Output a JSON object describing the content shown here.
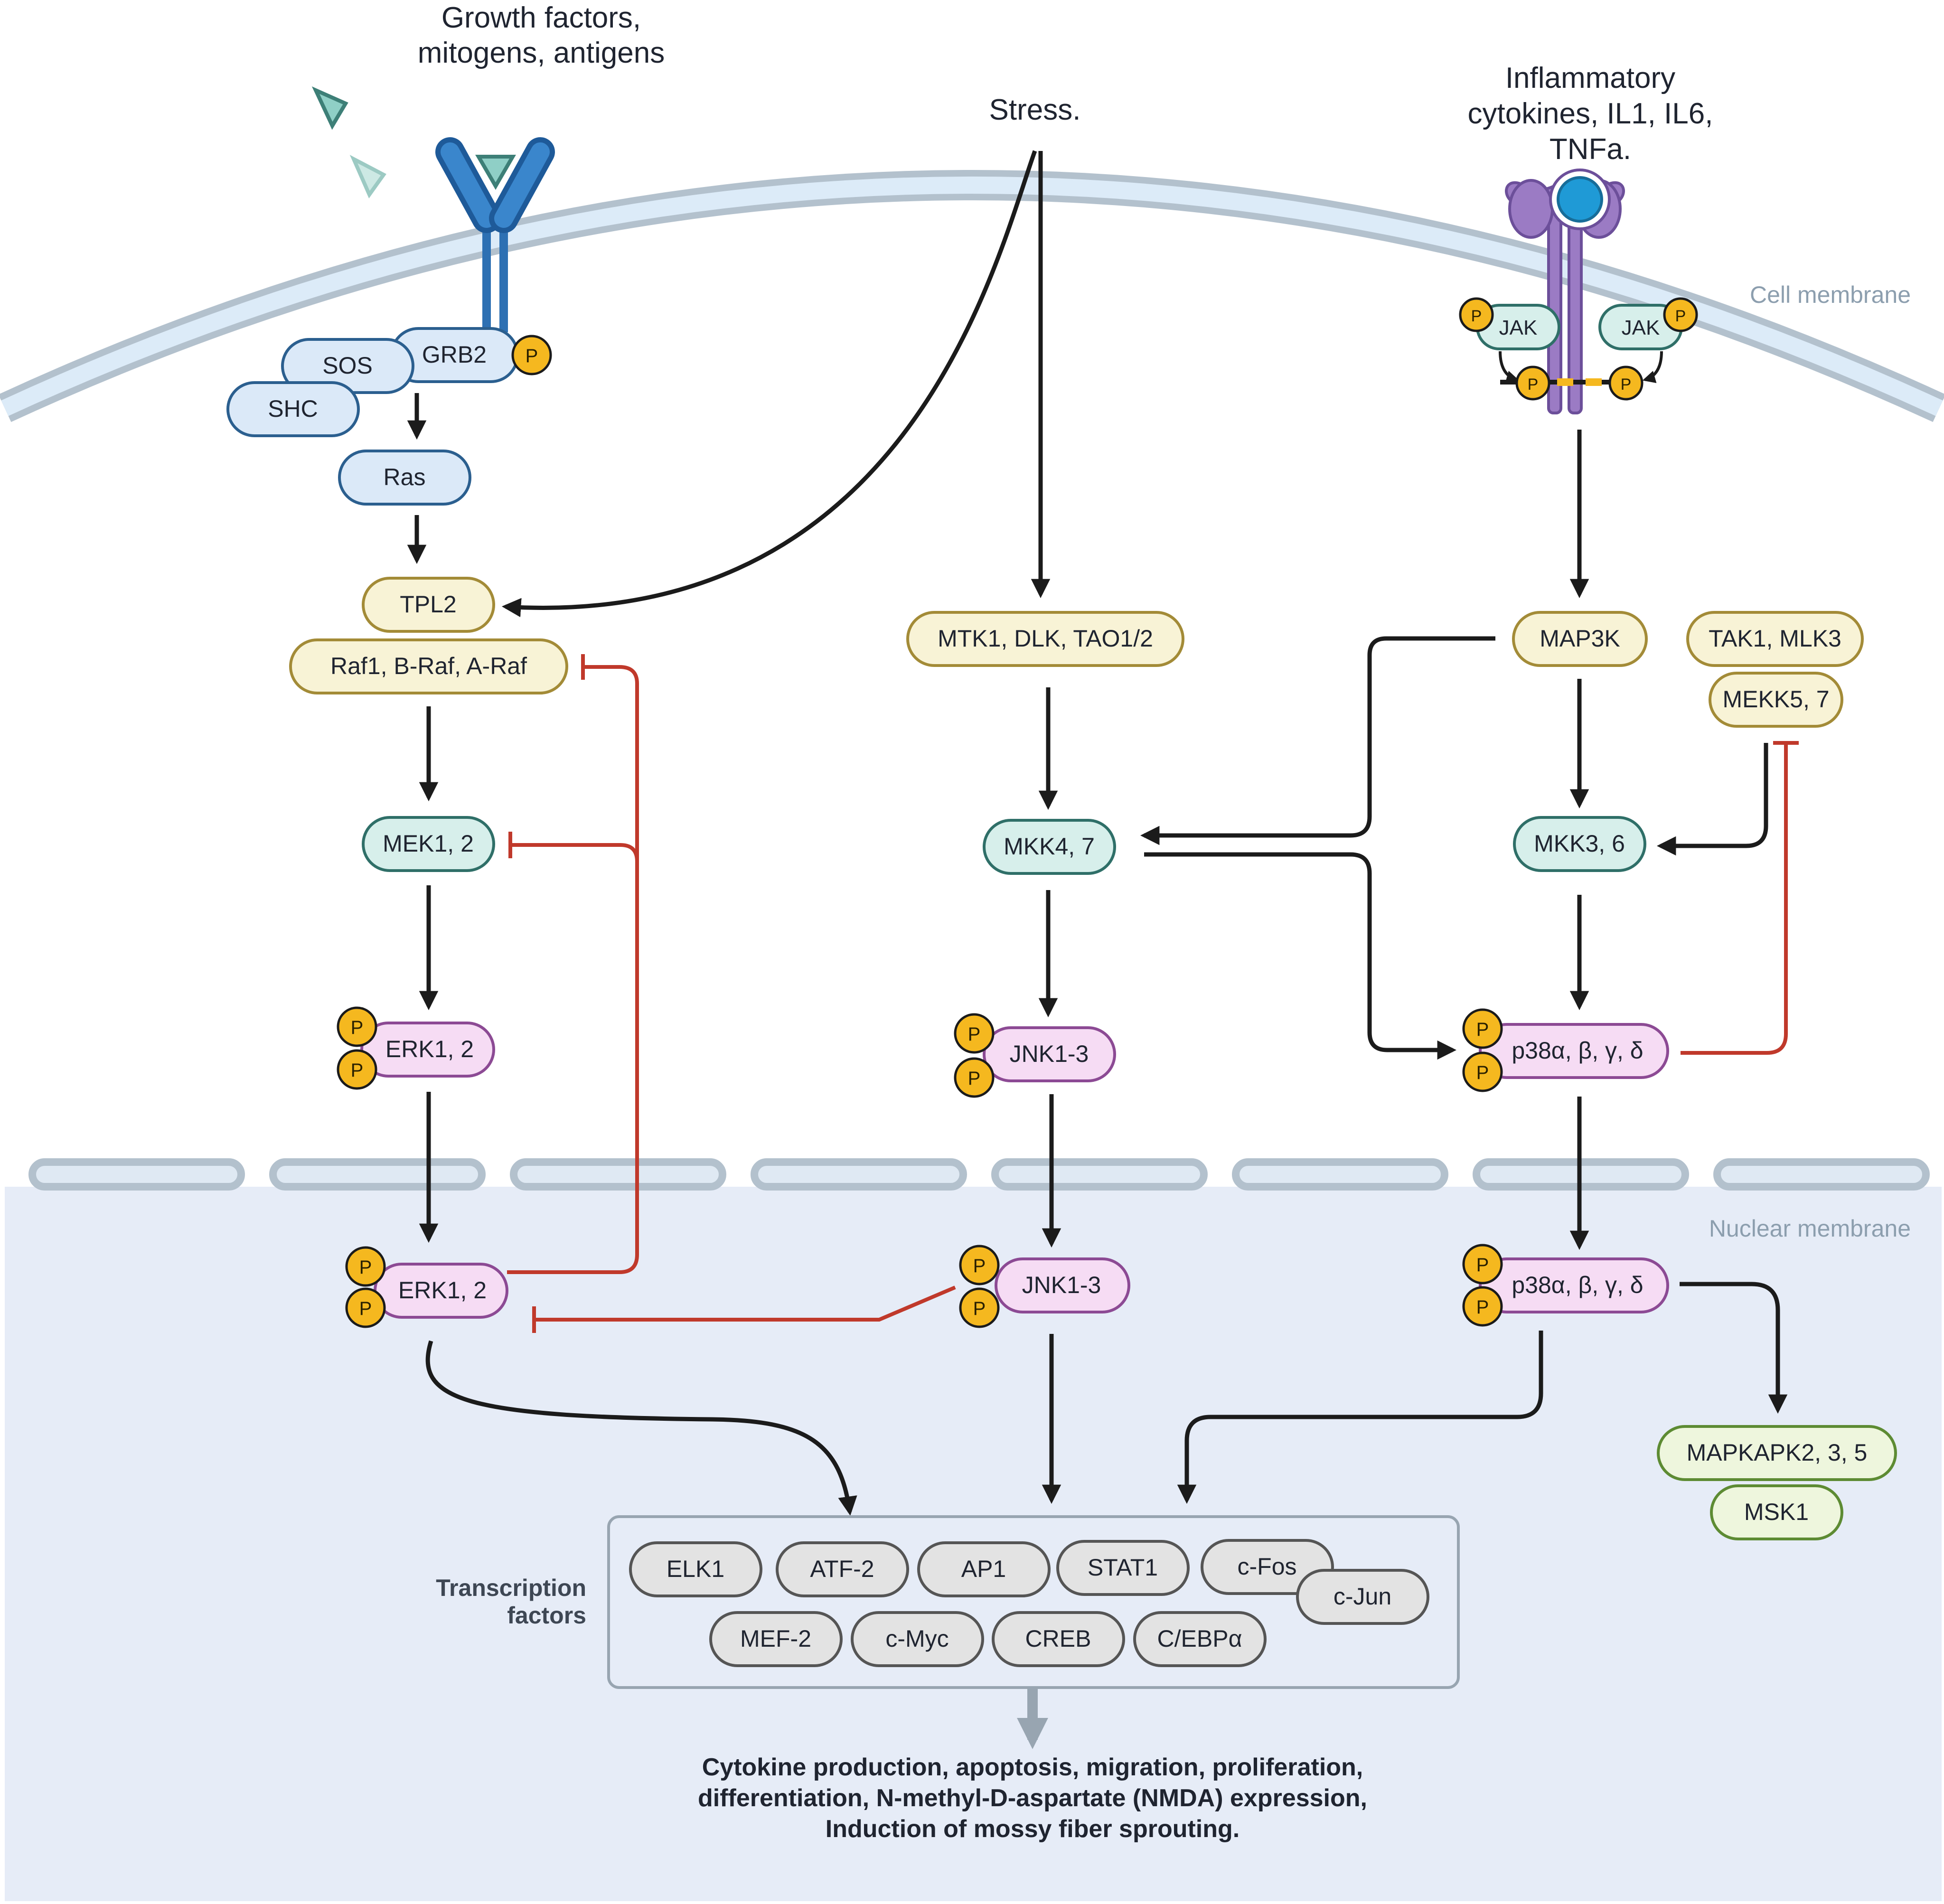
{
  "labels": {
    "growth_line1": "Growth factors,",
    "growth_line2": "mitogens, antigens",
    "stress": "Stress.",
    "inflam_line1": "Inflammatory",
    "inflam_line2": "cytokines, IL1, IL6,",
    "inflam_line3": "TNFa.",
    "cell_membrane": "Cell membrane",
    "nuclear_membrane": "Nuclear membrane",
    "tf_line1": "Transcription",
    "tf_line2": "factors",
    "outcome_line1": "Cytokine production, apoptosis, migration, proliferation,",
    "outcome_line2": "differentiation, N-methyl-D-aspartate (NMDA) expression,",
    "outcome_line3": "Induction of mossy fiber sprouting."
  },
  "nodes": {
    "sos": "SOS",
    "grb2": "GRB2",
    "shc": "SHC",
    "ras": "Ras",
    "tpl2": "TPL2",
    "raf": "Raf1, B-Raf, A-Raf",
    "mek12": "MEK1, 2",
    "erk12_cyto": "ERK1, 2",
    "erk12_nuc": "ERK1, 2",
    "mtk1": "MTK1, DLK, TAO1/2",
    "mkk47": "MKK4, 7",
    "jnk_cyto": "JNK1-3",
    "jnk_nuc": "JNK1-3",
    "map3k": "MAP3K",
    "tak1": "TAK1, MLK3",
    "mekk57": "MEKK5, 7",
    "mkk36": "MKK3, 6",
    "p38_cyto": "p38α, β, γ, δ",
    "p38_nuc": "p38α, β, γ, δ",
    "mapkapk": "MAPKAPK2, 3, 5",
    "msk1": "MSK1",
    "jak_left": "JAK",
    "jak_right": "JAK",
    "phospho": "P"
  },
  "transcription_factors": {
    "elk1": "ELK1",
    "atf2": "ATF-2",
    "ap1": "AP1",
    "stat1": "STAT1",
    "cfos": "c-Fos",
    "cjun": "c-Jun",
    "mef2": "MEF-2",
    "cmyc": "c-Myc",
    "creb": "CREB",
    "cebpa": "C/EBPα"
  },
  "colors": {
    "arrow": "#1b1b1b",
    "inhibition": "#c0392b",
    "phospho_fill": "#f5b81f",
    "membrane": "#b3c1cd",
    "nucleus_bg": "#e6ecf7"
  }
}
